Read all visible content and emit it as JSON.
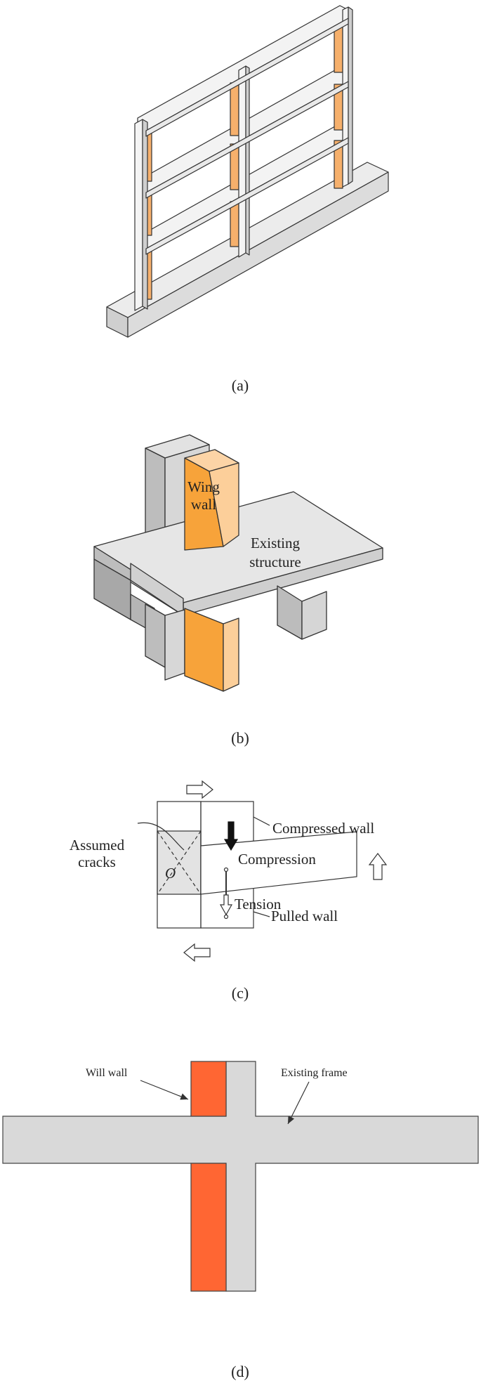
{
  "colors": {
    "frame_fill": "#f2f2f2",
    "frame_side": "#c8c8c8",
    "wing_wall_light": "#f6b06c",
    "wing_wall_orange": "#f7a33a",
    "wing_wall_side": "#fccf9a",
    "struct_top": "#e6e6e6",
    "struct_side": "#c2c2c2",
    "struct_dark": "#9a9a9a",
    "crack_zone": "#e3e3e3",
    "will_wall": "#ff6633",
    "plan_frame": "#d9d9d9",
    "outline": "#333333"
  },
  "panels": {
    "a": {
      "caption": "(a)"
    },
    "b": {
      "caption": "(b)",
      "wing_wall_label_line1": "Wing",
      "wing_wall_label_line2": "wall",
      "existing_label_line1": "Existing",
      "existing_label_line2": "structure"
    },
    "c": {
      "caption": "(c)",
      "compressed_wall": "Compressed wall",
      "compression": "Compression",
      "assumed_line1": "Assumed",
      "assumed_line2": "cracks",
      "center": "O",
      "tension": "Tension",
      "pulled_wall": "Pulled wall"
    },
    "d": {
      "caption": "(d)",
      "will_wall": "Will wall",
      "existing_frame": "Existing frame"
    }
  }
}
